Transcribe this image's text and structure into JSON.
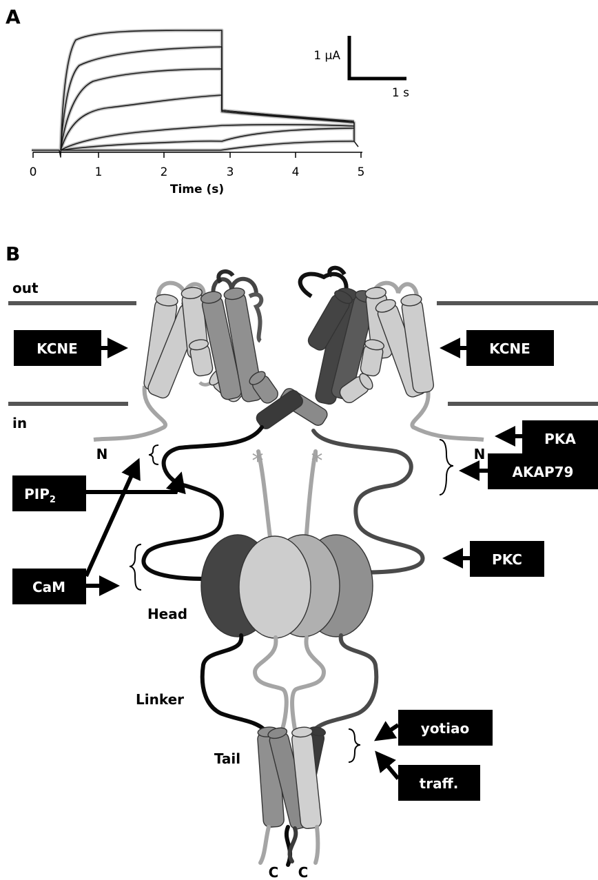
{
  "panel_a": {
    "label": "A",
    "x_ticks": [
      "0",
      "1",
      "2",
      "3",
      "4",
      "5"
    ],
    "x_label": "Time (s)",
    "scale_current": "1 μA",
    "scale_time": "1 s"
  },
  "panel_b": {
    "label": "B",
    "membrane": {
      "out": "out",
      "in": "in"
    },
    "n_termini": [
      "N",
      "N"
    ],
    "c_termini": [
      "C",
      "C"
    ],
    "domains": {
      "head": "Head",
      "linker": "Linker",
      "tail": "Tail"
    },
    "binding_partners": {
      "kcne_left": "KCNE",
      "kcne_right": "KCNE",
      "pka": "PKA",
      "akap79": "AKAP79",
      "pkc": "PKC",
      "pip2_base": "PIP",
      "pip2_sub": "2",
      "cam": "CaM",
      "yotiao": "yotiao",
      "traffic": "traff."
    },
    "phosphorylation_marks": [
      "*",
      "*"
    ]
  },
  "colors": {
    "black": "#0a0a0a",
    "dark_gray": "#3f3f3f",
    "mid_gray": "#8c8c8c",
    "light_gray": "#c8c8c8",
    "membrane": "#555555"
  }
}
